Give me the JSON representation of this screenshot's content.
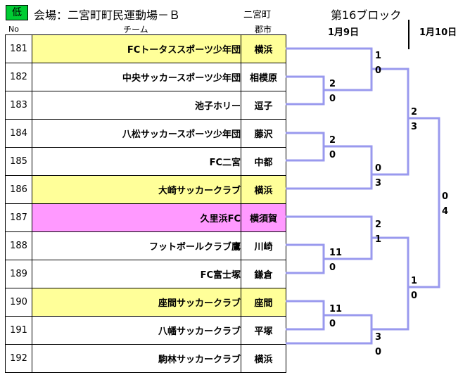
{
  "header": {
    "low_badge": "低",
    "venue": "会場：二宮町町民運動場－Ｂ",
    "city": "二宮町",
    "block": "第16ブロック",
    "col_no": "No",
    "col_team": "チーム",
    "col_city": "郡市",
    "date_day1": "1月9日",
    "date_day2": "1月10日"
  },
  "teams": [
    {
      "no": "181",
      "name": "FCトータススポーツ少年団",
      "city": "横浜",
      "hl": "yellow"
    },
    {
      "no": "182",
      "name": "中央サッカースポーツ少年団",
      "city": "相模原",
      "hl": ""
    },
    {
      "no": "183",
      "name": "池子ホリー",
      "city": "逗子",
      "hl": ""
    },
    {
      "no": "184",
      "name": "八松サッカースポーツ少年団",
      "city": "藤沢",
      "hl": ""
    },
    {
      "no": "185",
      "name": "FC二宮",
      "city": "中都",
      "hl": ""
    },
    {
      "no": "186",
      "name": "大崎サッカークラブ",
      "city": "横浜",
      "hl": "yellow"
    },
    {
      "no": "187",
      "name": "久里浜FC",
      "city": "横須賀",
      "hl": "pink"
    },
    {
      "no": "188",
      "name": "フットボールクラブ鷹",
      "city": "川崎",
      "hl": ""
    },
    {
      "no": "189",
      "name": "FC富士塚",
      "city": "鎌倉",
      "hl": ""
    },
    {
      "no": "190",
      "name": "座間サッカークラブ",
      "city": "座間",
      "hl": "yellow"
    },
    {
      "no": "191",
      "name": "八幡サッカークラブ",
      "city": "平塚",
      "hl": ""
    },
    {
      "no": "192",
      "name": "駒林サッカークラブ",
      "city": "横浜",
      "hl": ""
    }
  ],
  "scores": {
    "m1_top": "2",
    "m1_bot": "0",
    "m2_top": "2",
    "m2_bot": "0",
    "m3_top": "11",
    "m3_bot": "0",
    "m4_top": "11",
    "m4_bot": "0",
    "qf1_top": "1",
    "qf1_bot": "0",
    "qf2_top": "0",
    "qf2_bot": "3",
    "qf3_top": "2",
    "qf3_bot": "1",
    "qf4_top": "3",
    "qf4_bot": "0",
    "sf1_top": "2",
    "sf1_bot": "3",
    "sf2_top": "1",
    "sf2_bot": "0",
    "final_top": "0",
    "final_bot": "4"
  },
  "colors": {
    "bracket_line": "#9999ee",
    "yellow": "#ffff99",
    "pink": "#ff99ff",
    "badge": "#00cc33"
  }
}
